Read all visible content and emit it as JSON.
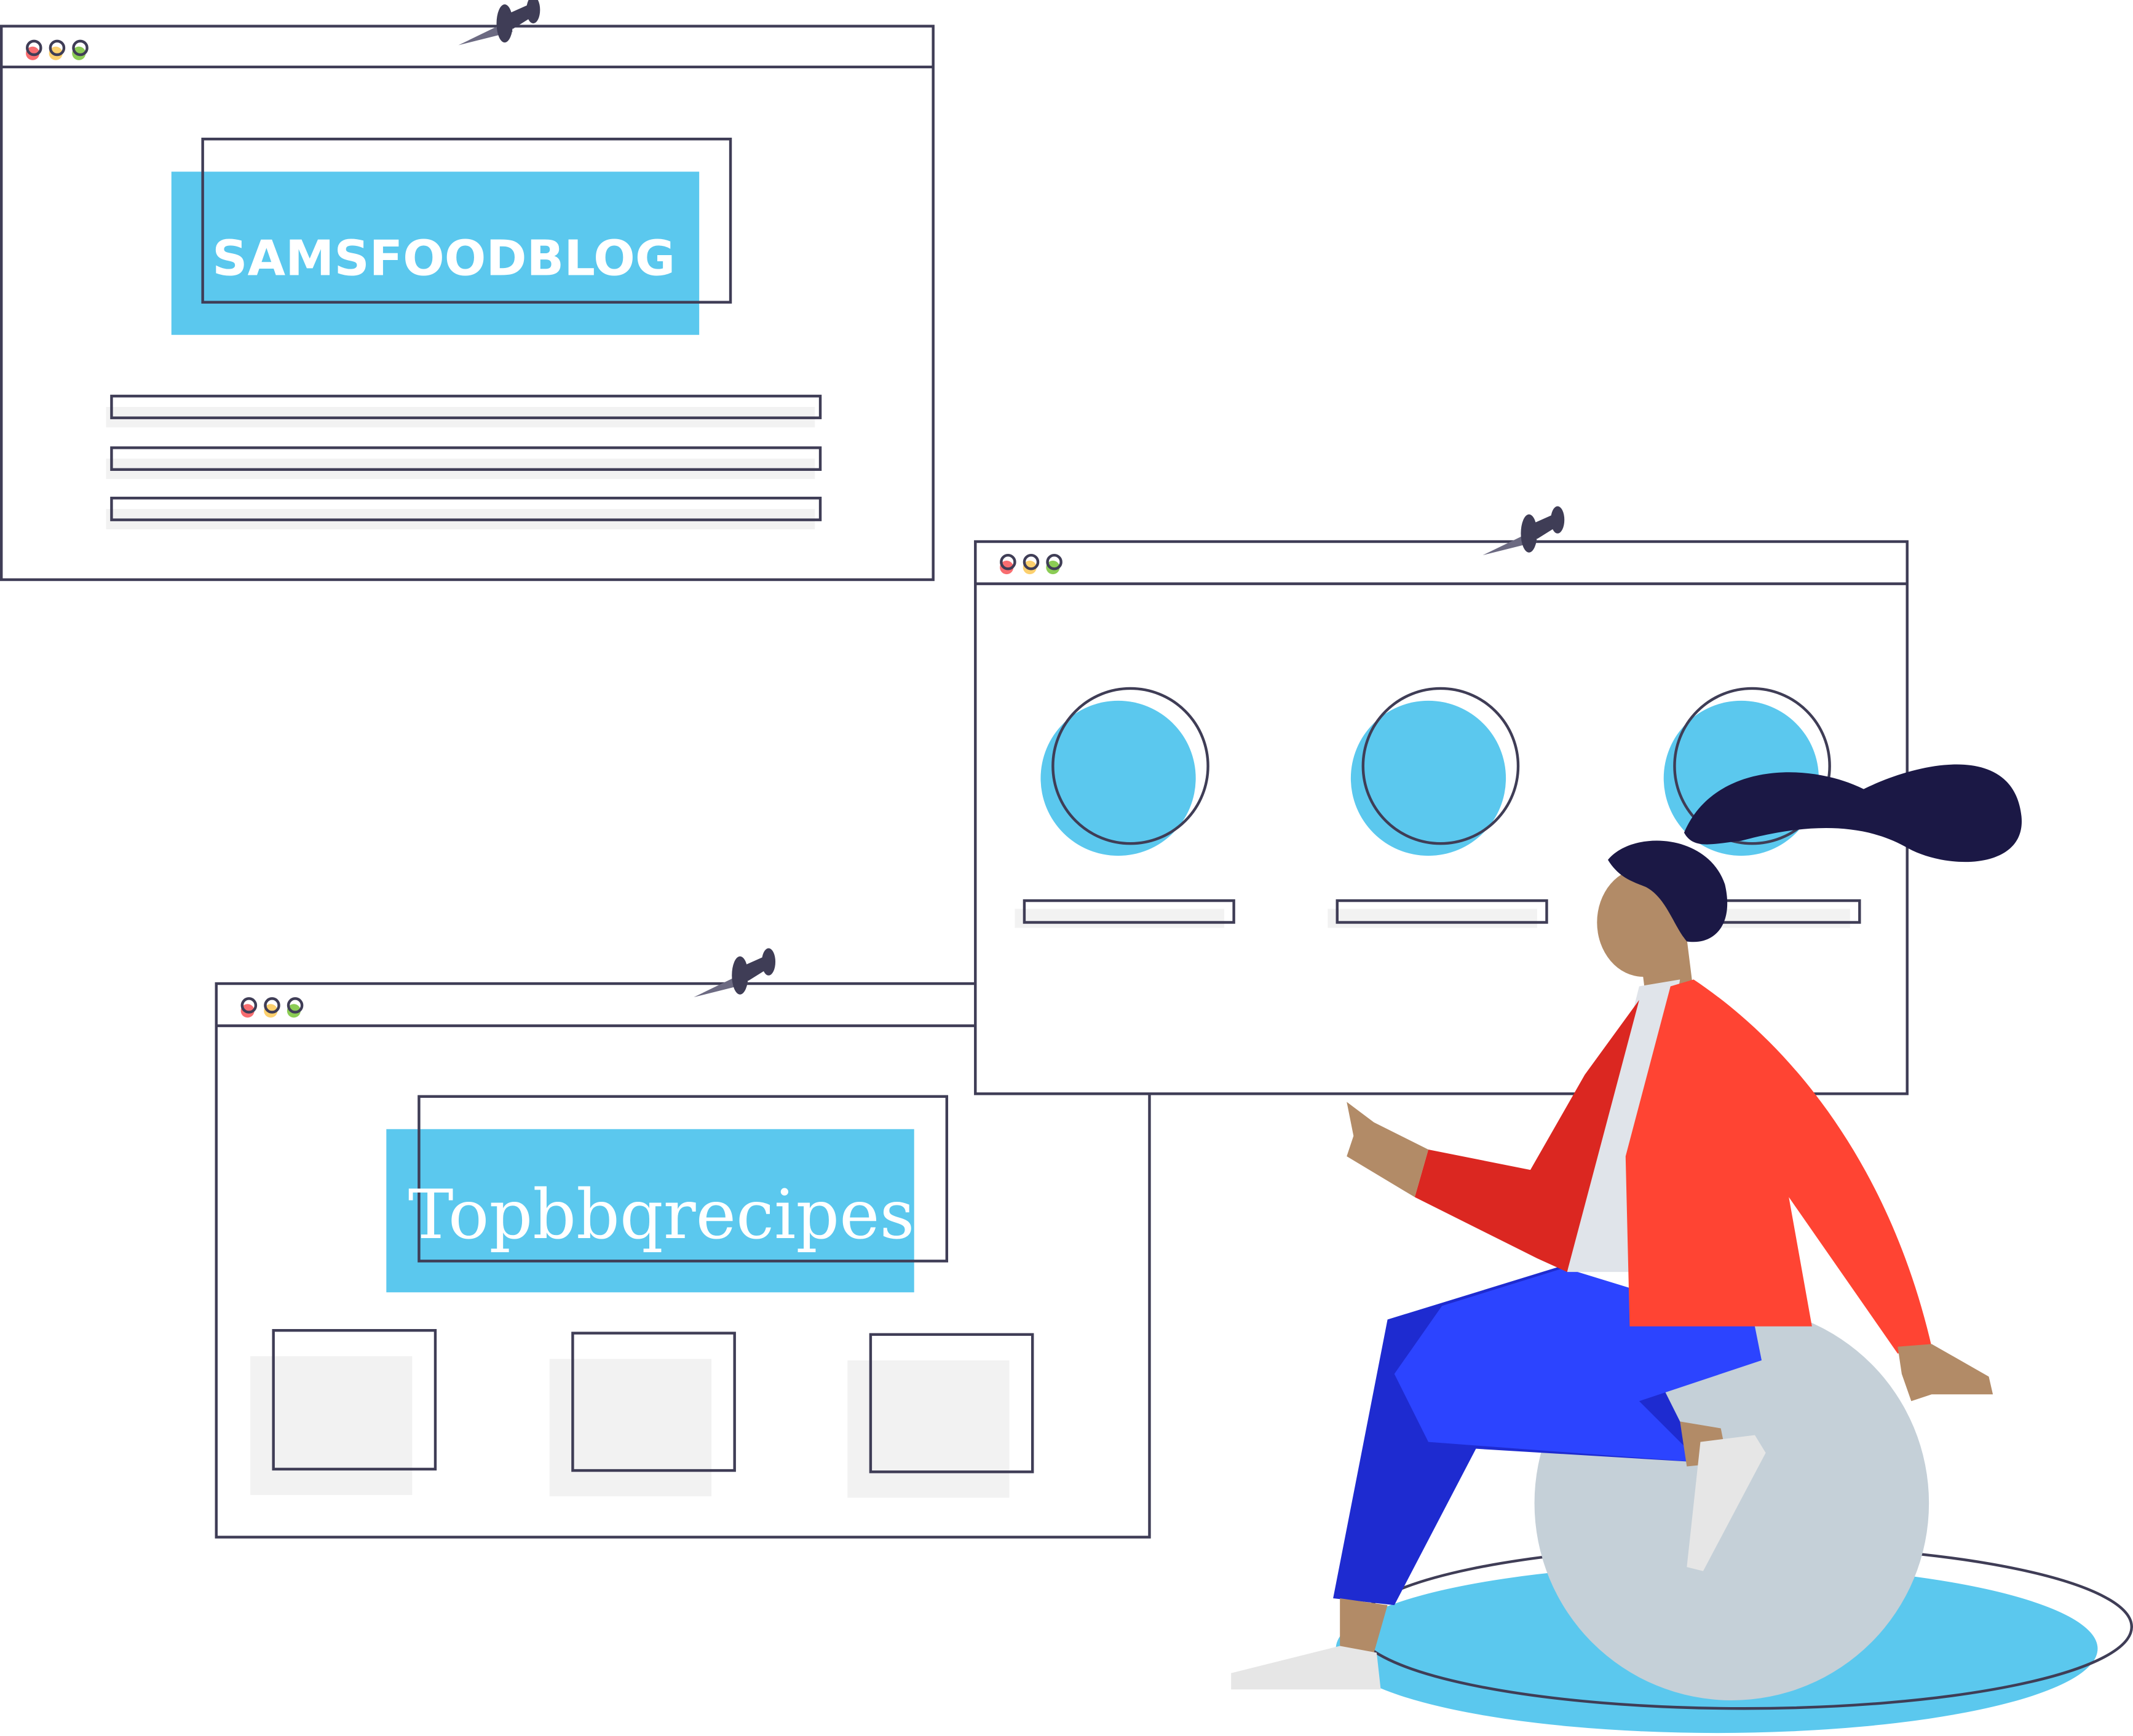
{
  "windows": [
    {
      "id": "blog-window",
      "title_text": "SAMSFOODBLOG"
    },
    {
      "id": "bbq-window",
      "title_text": "Topbbqrecipes"
    },
    {
      "id": "circles-window"
    }
  ],
  "colors": {
    "accent": "#5bc8ee",
    "outline": "#3f3d56",
    "placeholder": "#f2f2f2",
    "dot_red": "#f86d70",
    "dot_yellow": "#fcd06e",
    "dot_green": "#8bcc55",
    "hair": "#1b1845",
    "skin": "#b28b67",
    "jacket": "#ff4433",
    "jacket_dark": "#db2721",
    "pants": "#2c44ff",
    "pants_dark": "#1e2bd0",
    "ball": "#c5d0d8"
  }
}
